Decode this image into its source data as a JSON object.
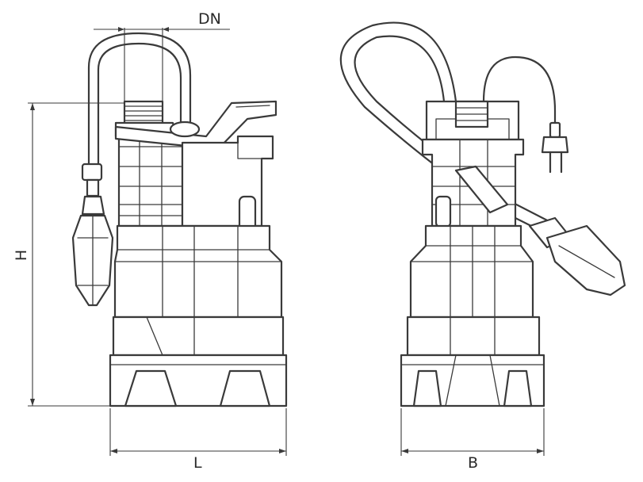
{
  "dimensions": {
    "dn": "DN",
    "h": "H",
    "l": "L",
    "b": "B"
  },
  "colors": {
    "line": "#3a3a3a",
    "background": "#ffffff"
  }
}
